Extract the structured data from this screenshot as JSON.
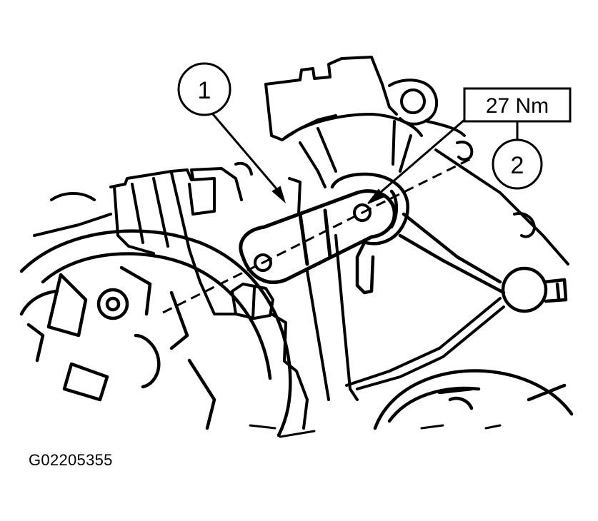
{
  "callouts": {
    "item1": "1",
    "item2": "2"
  },
  "torque_label": "27 Nm",
  "figure_id": "G02205355"
}
